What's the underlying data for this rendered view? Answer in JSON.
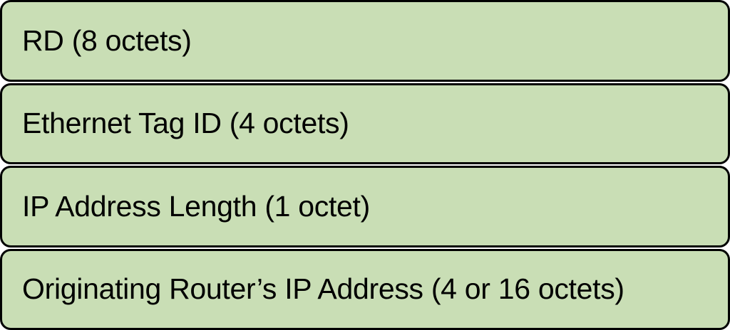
{
  "diagram": {
    "description": "Stacked protocol field boxes",
    "fields": [
      {
        "label": "RD (8 octets)"
      },
      {
        "label": "Ethernet Tag ID (4 octets)"
      },
      {
        "label": "IP Address Length (1 octet)"
      },
      {
        "label": "Originating Router’s IP Address (4 or 16 octets)"
      }
    ],
    "colors": {
      "fill": "#c9deb5",
      "border": "#000000",
      "text": "#000000",
      "page_background": "#ffffff"
    }
  }
}
